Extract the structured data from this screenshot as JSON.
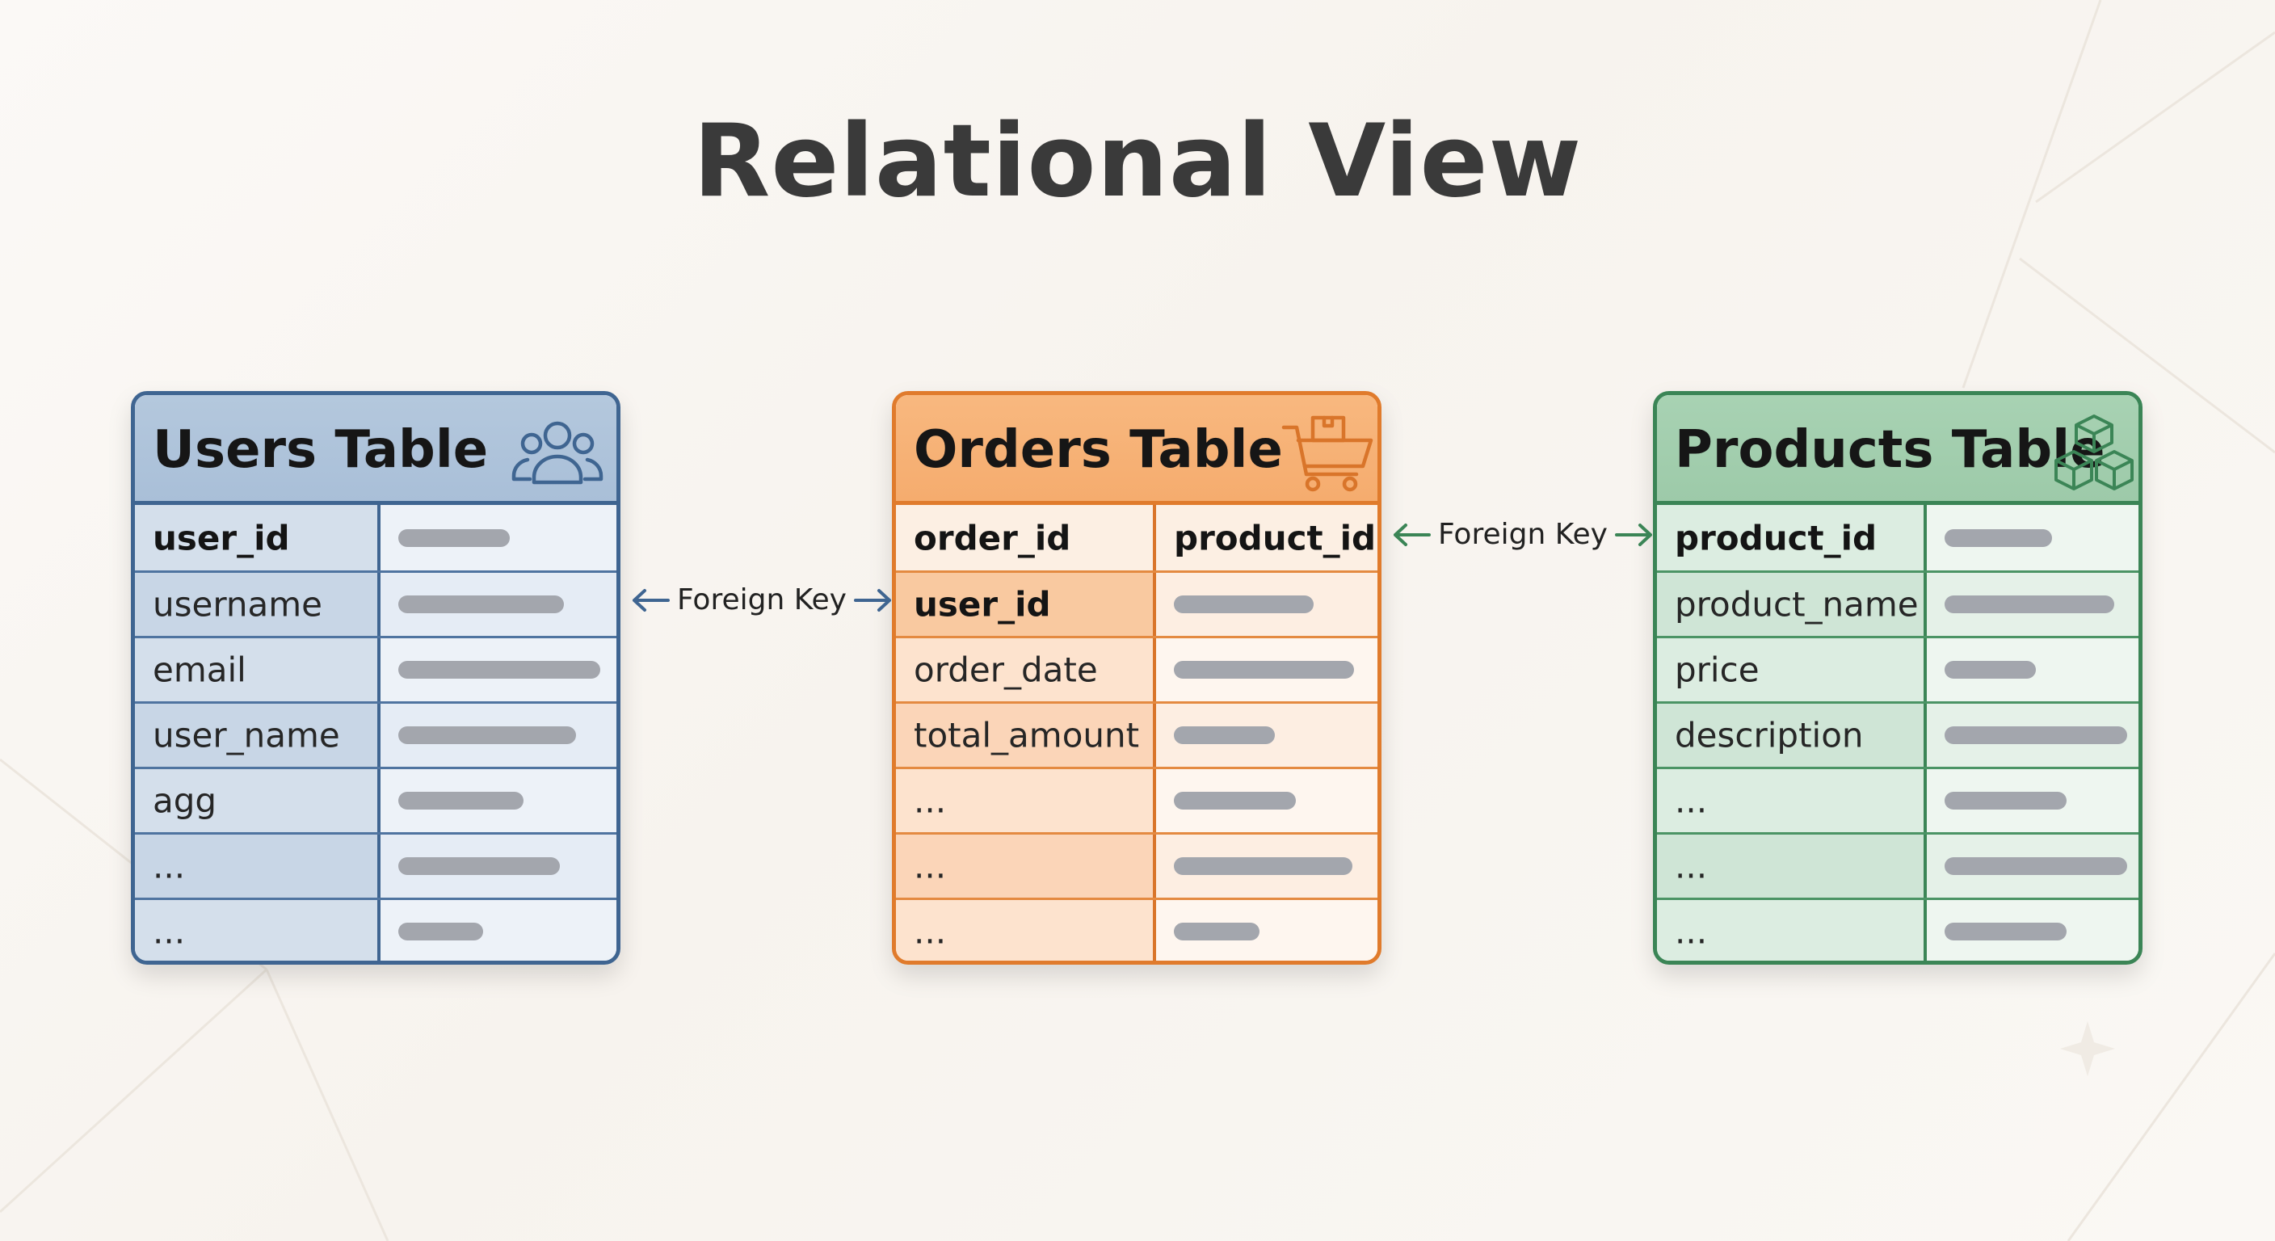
{
  "title": "Relational View",
  "tables": {
    "users": {
      "name": "Users Table",
      "icon": "users-group-icon",
      "color": "#3f6591",
      "rows": [
        {
          "label": "user_id",
          "bold": true,
          "bar": 0.55
        },
        {
          "label": "username",
          "bold": false,
          "bar": 0.82
        },
        {
          "label": "email",
          "bold": false,
          "bar": 1.0
        },
        {
          "label": "user_name",
          "bold": false,
          "bar": 0.88
        },
        {
          "label": "agg",
          "bold": false,
          "bar": 0.62
        },
        {
          "label": "...",
          "bold": false,
          "bar": 0.8
        },
        {
          "label": "...",
          "bold": false,
          "bar": 0.42
        }
      ]
    },
    "orders": {
      "name": "Orders Table",
      "icon": "shopping-cart-icon",
      "color": "#e07b2c",
      "rows": [
        {
          "label": "order_id",
          "bold": true,
          "right_label": "product_id"
        },
        {
          "label": "user_id",
          "bold": true,
          "bar": 0.72
        },
        {
          "label": "order_date",
          "bold": false,
          "bar": 0.93
        },
        {
          "label": "total_amount",
          "bold": false,
          "bar": 0.52
        },
        {
          "label": "...",
          "bold": false,
          "bar": 0.63
        },
        {
          "label": "...",
          "bold": false,
          "bar": 0.92
        },
        {
          "label": "...",
          "bold": false,
          "bar": 0.44
        }
      ]
    },
    "products": {
      "name": "Products Table",
      "icon": "boxes-icon",
      "color": "#3b8556",
      "rows": [
        {
          "label": "product_id",
          "bold": true,
          "bar": 0.59
        },
        {
          "label": "product_name",
          "bold": false,
          "bar": 0.93
        },
        {
          "label": "price",
          "bold": false,
          "bar": 0.5
        },
        {
          "label": "description",
          "bold": false,
          "bar": 1.0
        },
        {
          "label": "...",
          "bold": false,
          "bar": 0.67
        },
        {
          "label": "...",
          "bold": false,
          "bar": 1.0
        },
        {
          "label": "...",
          "bold": false,
          "bar": 0.67
        }
      ]
    }
  },
  "links": [
    {
      "label": "Foreign Key",
      "color": "#3f6591"
    },
    {
      "label": "Foreign Key",
      "color": "#3b8556"
    }
  ]
}
